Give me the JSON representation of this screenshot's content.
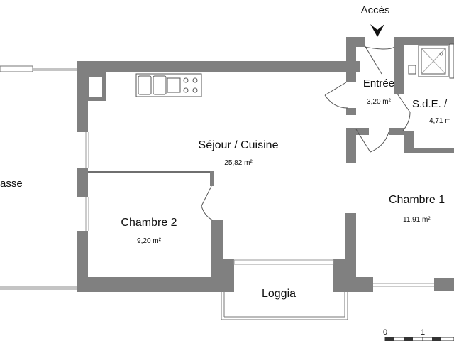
{
  "plan": {
    "entrance_label": "Accès",
    "scale": {
      "start": "0",
      "end": "1"
    },
    "rooms": [
      {
        "id": "terrasse",
        "name": "rasse",
        "area": ""
      },
      {
        "id": "sejour",
        "name": "Séjour / Cuisine",
        "area": "25,82 m²"
      },
      {
        "id": "chambre2",
        "name": "Chambre 2",
        "area": "9,20 m²"
      },
      {
        "id": "entree",
        "name": "Entrée",
        "area": "3,20 m²"
      },
      {
        "id": "sde",
        "name": "S.d.E. /",
        "area": "4,71 m"
      },
      {
        "id": "chambre1",
        "name": "Chambre 1",
        "area": "11,91 m²"
      },
      {
        "id": "loggia",
        "name": "Loggia",
        "area": ""
      }
    ],
    "colors": {
      "wall": "#808080",
      "wall_dark": "#6f6f6f",
      "line": "#666666"
    }
  }
}
